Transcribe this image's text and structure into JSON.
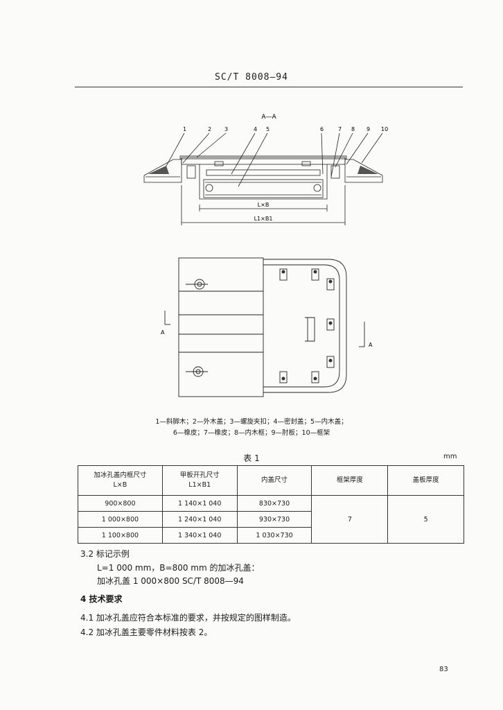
{
  "header": {
    "code": "SC/T 8008—94"
  },
  "figure": {
    "section_label": "A—A",
    "callouts": [
      "1",
      "2",
      "3",
      "4",
      "5",
      "6",
      "7",
      "8",
      "9",
      "10"
    ],
    "dim_inner": "L×B",
    "dim_outer": "L1×B1",
    "view_marker": "A",
    "caption_line1": "1—斜脚木；2—外木盖；3—螺旋夹扣；4—密封盖；5—内木盖；",
    "caption_line2": "6—橡皮；7—橡皮；8—内木框；9—肘板；10—框架"
  },
  "table": {
    "title": "表 1",
    "unit": "mm",
    "headers": [
      "加冰孔盖内框尺寸",
      "L×B",
      "甲板开孔尺寸",
      "L1×B1",
      "内盖尺寸",
      "框架厚度",
      "盖板厚度"
    ],
    "rows": [
      [
        "900×800",
        "1 140×1 040",
        "830×730"
      ],
      [
        "1 000×800",
        "1 240×1 040",
        "930×730"
      ],
      [
        "1 100×800",
        "1 340×1 040",
        "1 030×730"
      ]
    ],
    "frame_thickness": "7",
    "plate_thickness": "5"
  },
  "body": {
    "s32_heading": "3.2  标记示例",
    "s32_line1": "L=1 000 mm，B=800 mm 的加冰孔盖：",
    "s32_line2": "加冰孔盖 1 000×800    SC/T 8008—94",
    "s4_heading": "4  技术要求",
    "s41": "4.1  加冰孔盖应符合本标准的要求，并按规定的图样制造。",
    "s42": "4.2  加冰孔盖主要零件材料按表 2。"
  },
  "page_number": "83"
}
